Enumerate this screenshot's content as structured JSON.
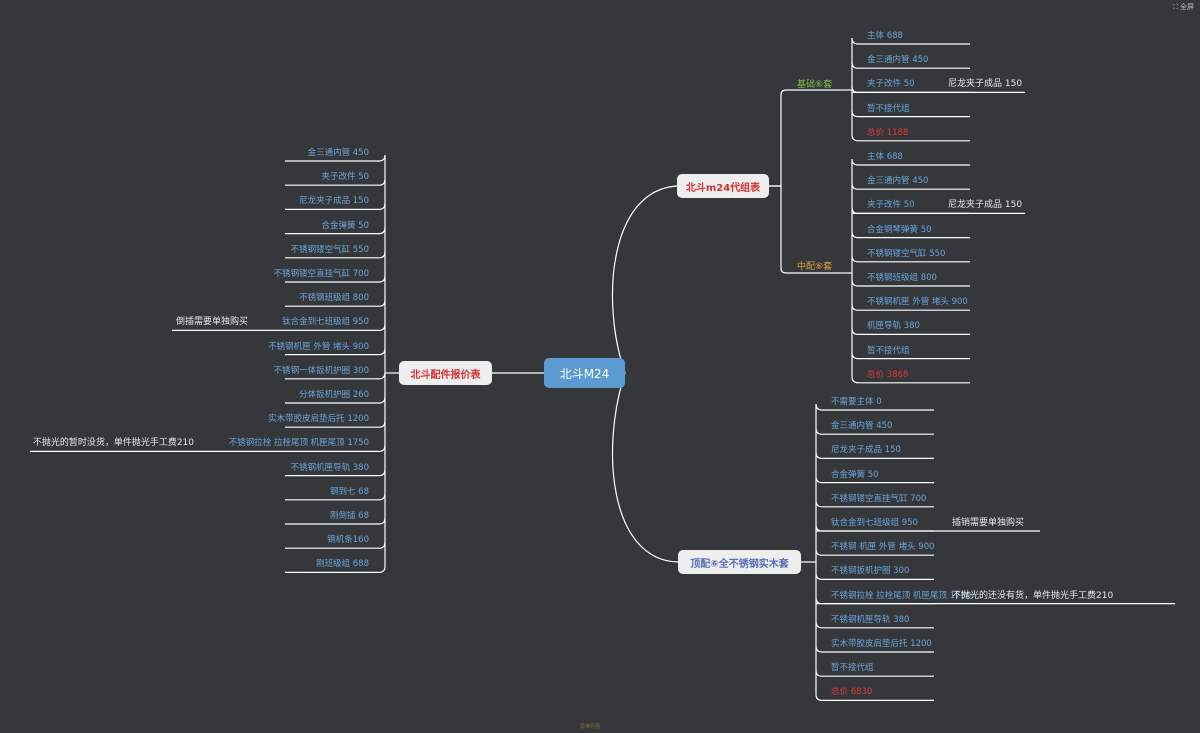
{
  "root": "北斗M24",
  "colors": {
    "background": "#36373b",
    "line": "#ffffff",
    "leaf_text": "#6aa5dd",
    "total_text": "#e03838",
    "note_text": "#e8e8e8",
    "root_fill": "#5b9bd1",
    "branch_fill": "#eeeeef",
    "basic_label": "#7cc242",
    "mid_label": "#e8a33a"
  },
  "corner_icon": "expand-icon",
  "footer": "思维导图",
  "branches": {
    "combo": {
      "label": "北斗m24代组表",
      "basic": {
        "label": "基础⑥套",
        "items": [
          {
            "text": "主体 688"
          },
          {
            "text": "金三通内管 450"
          },
          {
            "text": "夹子改件 50",
            "note": "尼龙夹子成品 150"
          },
          {
            "text": "暂不接代组"
          },
          {
            "text": "总价  1188",
            "total": true
          }
        ]
      },
      "mid": {
        "label": "中配⑥套",
        "items": [
          {
            "text": "主体 688"
          },
          {
            "text": "金三通内管 450"
          },
          {
            "text": "夹子改件 50",
            "note": "尼龙夹子成品 150"
          },
          {
            "text": "合金钢琴弹簧 50"
          },
          {
            "text": "不锈钢镂空气缸 550"
          },
          {
            "text": "不锈钢班级组 800"
          },
          {
            "text": "不锈钢机匣 外管 堵头 900"
          },
          {
            "text": "机匣导轨 380"
          },
          {
            "text": "暂不接代组"
          },
          {
            "text": "总价 3868",
            "total": true
          }
        ]
      }
    },
    "parts": {
      "label": "北斗配件报价表",
      "items": [
        {
          "text": "金三通内管 450"
        },
        {
          "text": "夹子改件 50"
        },
        {
          "text": "尼龙夹子成品 150"
        },
        {
          "text": "合金弹簧 50"
        },
        {
          "text": "不锈钢镂空气缸 550"
        },
        {
          "text": "不锈钢镂空直挂气缸 700"
        },
        {
          "text": "不锈钢班级组 800"
        },
        {
          "text": "钛合金到七班级组 950",
          "note": "倒插需要单独购买"
        },
        {
          "text": "不锈钢机匣 外管 堵头 900"
        },
        {
          "text": "不锈钢一体扳机护圈 300"
        },
        {
          "text": "分体扳机护圈 260"
        },
        {
          "text": "实木带胶皮肩垫后托 1200"
        },
        {
          "text": "不锈钢拉栓 拉栓尾顶 机匣尾顶 1750",
          "note": "不抛光的暂时没货，单件抛光手工费210"
        },
        {
          "text": "不锈钢机匣导轨 380"
        },
        {
          "text": "钢到七 68"
        },
        {
          "text": "刚倒插 68"
        },
        {
          "text": "钢机条160"
        },
        {
          "text": "刚班级组 688"
        }
      ]
    },
    "top": {
      "label": "顶配⑥全不锈钢实木套",
      "items": [
        {
          "text": "不需要主体 0"
        },
        {
          "text": "金三通内管 450"
        },
        {
          "text": "尼龙夹子成品 150"
        },
        {
          "text": "合金弹簧 50"
        },
        {
          "text": "不锈钢镂空直挂气缸 700"
        },
        {
          "text": "钛合金到七班级组 950",
          "note": "插销需要单独购买"
        },
        {
          "text": "不锈钢 机匣 外管 堵头 900"
        },
        {
          "text": "不锈钢扳机护圈 300"
        },
        {
          "text": "不锈钢拉栓 拉栓尾顶 机匣尾顶 1750",
          "note": "不抛光的还没有货，单件抛光手工费210"
        },
        {
          "text": "不锈钢机匣导轨 380"
        },
        {
          "text": "实木带胶皮肩垫后托 1200"
        },
        {
          "text": "暂不接代组"
        },
        {
          "text": "总价 6830",
          "total": true
        }
      ]
    }
  }
}
